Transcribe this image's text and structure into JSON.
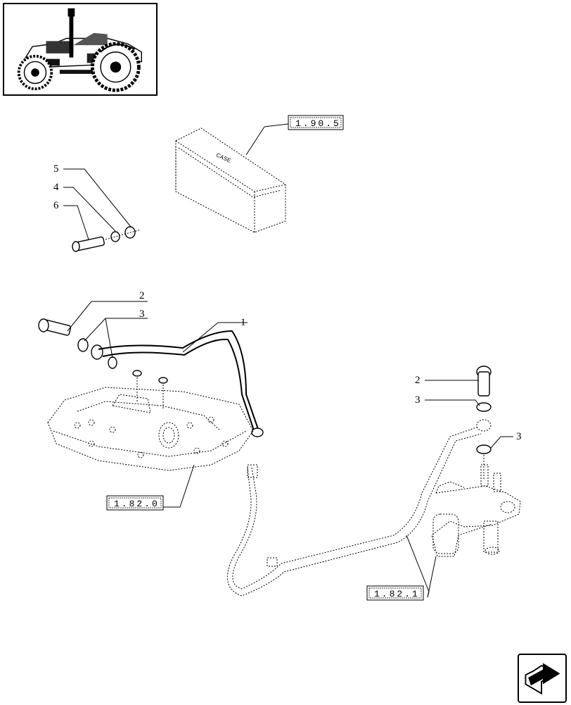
{
  "callouts": {
    "battery_bolt_5": "5",
    "battery_bolt_4": "4",
    "battery_bolt_6": "6",
    "left_bolt_2": "2",
    "left_washer_3": "3",
    "pipe_1": "1",
    "right_bolt_2": "2",
    "right_washer_3": "3",
    "right_washer_3b": "3"
  },
  "references": {
    "battery": "1.90.5",
    "housing": "1.82.0",
    "valve": "1.82.1"
  },
  "icons": {
    "thumbnail": "tractor-thumbnail",
    "nav": "next-page-arrow-icon"
  }
}
